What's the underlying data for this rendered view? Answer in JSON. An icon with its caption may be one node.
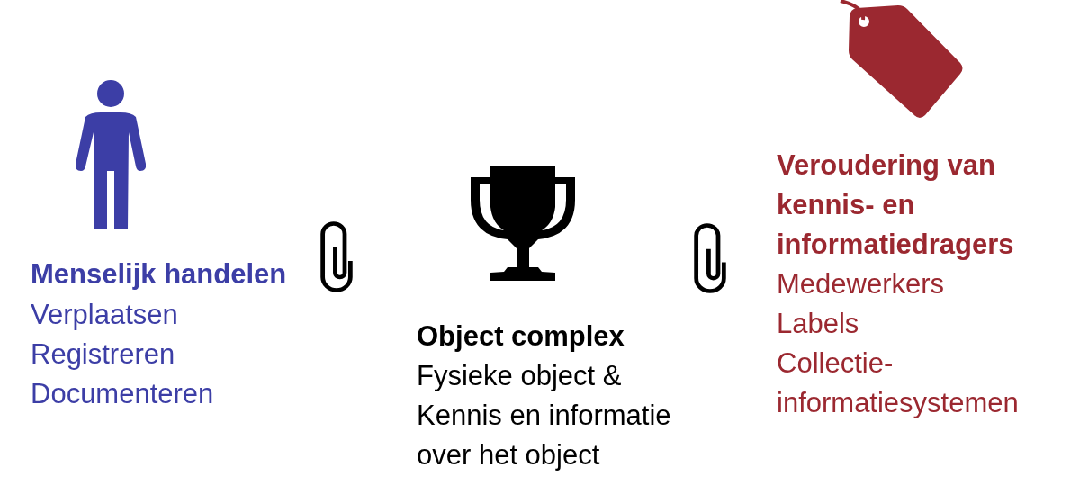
{
  "diagram": {
    "labels": [
      "Menselijk handelen",
      "Verplaatsen",
      "Registreren",
      "Documenteren",
      "Object complex",
      "Fysieke object & Kennis en informatie over het object",
      "Veroudering van kennis- en informatiedragers",
      "Medewerkers",
      "Labels",
      "Collectie-informatiesystemen"
    ]
  }
}
